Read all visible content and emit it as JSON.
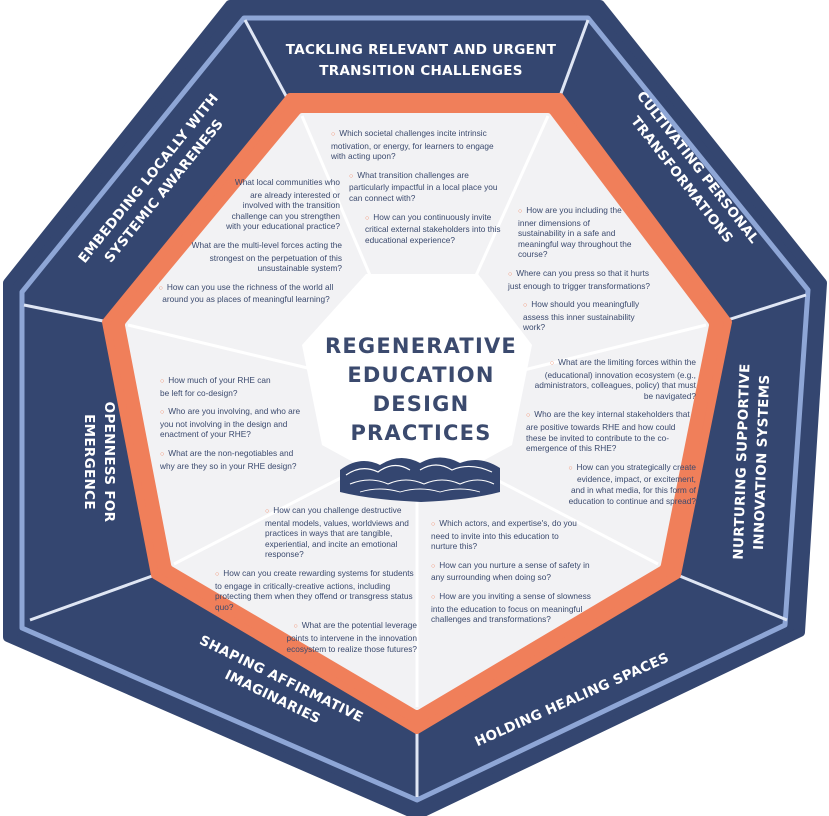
{
  "center": {
    "title_lines": [
      "REGENERATIVE",
      "EDUCATION",
      "DESIGN",
      "PRACTICES"
    ]
  },
  "sections": [
    {
      "title_lines": [
        "TACKLING RELEVANT AND URGENT",
        "TRANSITION CHALLENGES"
      ],
      "questions": [
        "Which societal challenges incite intrinsic motivation, or energy, for learners to engage with acting upon?",
        "What transition challenges are particularly impactful in a local place you can connect with?",
        "How can you continuously invite critical external stakeholders into this educational experience?"
      ]
    },
    {
      "title_lines": [
        "CULTIVATING PERSONAL",
        "TRANSFORMATIONS"
      ],
      "questions": [
        "How are you including the inner dimensions of sustainability in a safe and meaningful way throughout the course?",
        "Where can you press so that it hurts just enough to trigger transformations?",
        "How should you meaningfully assess this inner sustainability work?"
      ]
    },
    {
      "title_lines": [
        "NURTURING SUPPORTIVE",
        "INNOVATION SYSTEMS"
      ],
      "questions": [
        "What are the limiting forces within the (educational) innovation ecosystem (e.g., administrators, colleagues, policy) that must be navigated?",
        "Who are the key internal stakeholders that are positive towards RHE and how could these be invited to contribute to the co-emergence of this RHE?",
        "How can you strategically create evidence, impact, or excitement, and in what media, for this form of education to continue and spread?"
      ]
    },
    {
      "title_lines": [
        "HOLDING HEALING SPACES"
      ],
      "questions": [
        "Which actors, and expertise's, do you need to invite into this education to nurture this?",
        "How can you nurture a sense of safety in any surrounding when doing so?",
        "How are you inviting a sense of slowness into the education to focus on meaningful challenges and transformations?"
      ]
    },
    {
      "title_lines": [
        "SHAPING AFFIRMATIVE",
        "IMAGINARIES"
      ],
      "questions": [
        "How can you challenge destructive mental models, values, worldviews and practices in ways that are tangible, experiential, and incite an emotional response?",
        "How can you create rewarding systems for students to engage in critically-creative actions, including protecting them when they offend or transgress status quo?",
        "What are the potential leverage points to intervene in the innovation ecosystem to realize those futures?"
      ]
    },
    {
      "title_lines": [
        "OPENNESS FOR",
        "EMERGENCE"
      ],
      "questions": [
        "How much of your RHE can be left for co-design?",
        "Who are you involving, and who are you not involving in the design and enactment of your RHE?",
        "What are the non-negotiables and why are they so in your RHE design?"
      ]
    },
    {
      "title_lines": [
        "EMBEDDING LOCALLY WITH",
        "SYSTEMIC AWARENESS"
      ],
      "questions": [
        "What local communities who are already interested or involved with the transition challenge can you strengthen with your educational practice?",
        "What are the multi-level forces acting the strongest on the perpetuation of this unsustainable system?",
        "How can you use the richness of the world all around you as places of meaningful learning?"
      ]
    }
  ],
  "colors": {
    "navy": "#344670",
    "outline_light": "#8ea6d6",
    "orange": "#f07f5a",
    "center_fill": "#f2f2f4",
    "text": "#3b4a6e"
  }
}
